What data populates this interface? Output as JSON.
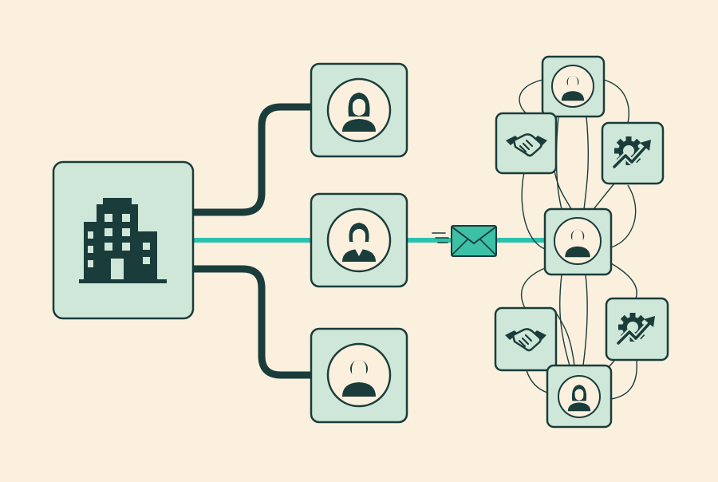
{
  "colors": {
    "background": "#fbf0de",
    "box_fill": "#cfe7d8",
    "box_inner": "#fbf0de",
    "ink": "#1a3c3b",
    "accent": "#2bc2ad",
    "envelope": "#3cc0a6"
  },
  "diagram": {
    "hub": {
      "icon": "office-building-icon"
    },
    "contacts": [
      {
        "id": "top",
        "icon": "woman-avatar-icon"
      },
      {
        "id": "middle",
        "icon": "woman-suit-avatar-icon"
      },
      {
        "id": "bottom",
        "icon": "man-avatar-icon"
      }
    ],
    "message": {
      "icon": "envelope-icon",
      "motion": "speed-lines"
    },
    "network": {
      "center": {
        "icon": "person-avatar-icon"
      },
      "nodes": [
        {
          "id": "top-person",
          "icon": "man-avatar-icon"
        },
        {
          "id": "upper-handshake",
          "icon": "handshake-icon"
        },
        {
          "id": "upper-growth",
          "icon": "gear-growth-arrow-icon"
        },
        {
          "id": "lower-handshake",
          "icon": "handshake-icon"
        },
        {
          "id": "lower-growth",
          "icon": "gear-growth-arrow-icon"
        },
        {
          "id": "bottom-person",
          "icon": "woman-avatar-icon"
        }
      ]
    }
  }
}
